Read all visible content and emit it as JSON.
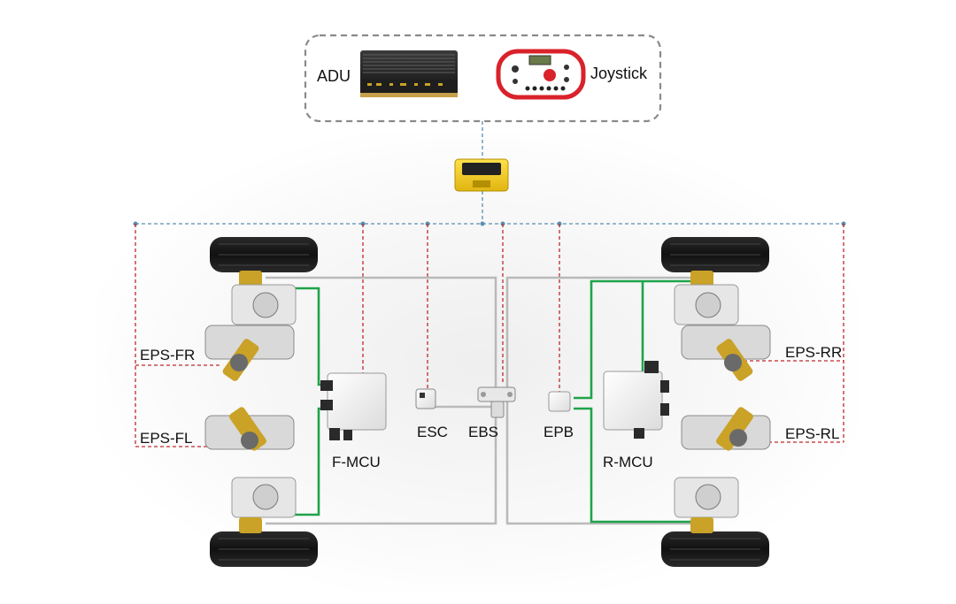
{
  "controller_box": {
    "adu_label": "ADU",
    "joystick_label": "Joystick"
  },
  "components": {
    "eps_fr": "EPS-FR",
    "eps_fl": "EPS-FL",
    "eps_rr": "EPS-RR",
    "eps_rl": "EPS-RL",
    "f_mcu": "F-MCU",
    "r_mcu": "R-MCU",
    "esc": "ESC",
    "ebs": "EBS",
    "epb": "EPB"
  },
  "colors": {
    "can_bus_blue_dashed": "#5b8fb0",
    "signal_red_dashed": "#c0282d",
    "power_green": "#1fa34a",
    "brake_line_gray": "#b9b9b9",
    "gateway_yellow": "#f2cc1b",
    "joystick_red": "#d9222a",
    "brass": "#c9a227"
  }
}
